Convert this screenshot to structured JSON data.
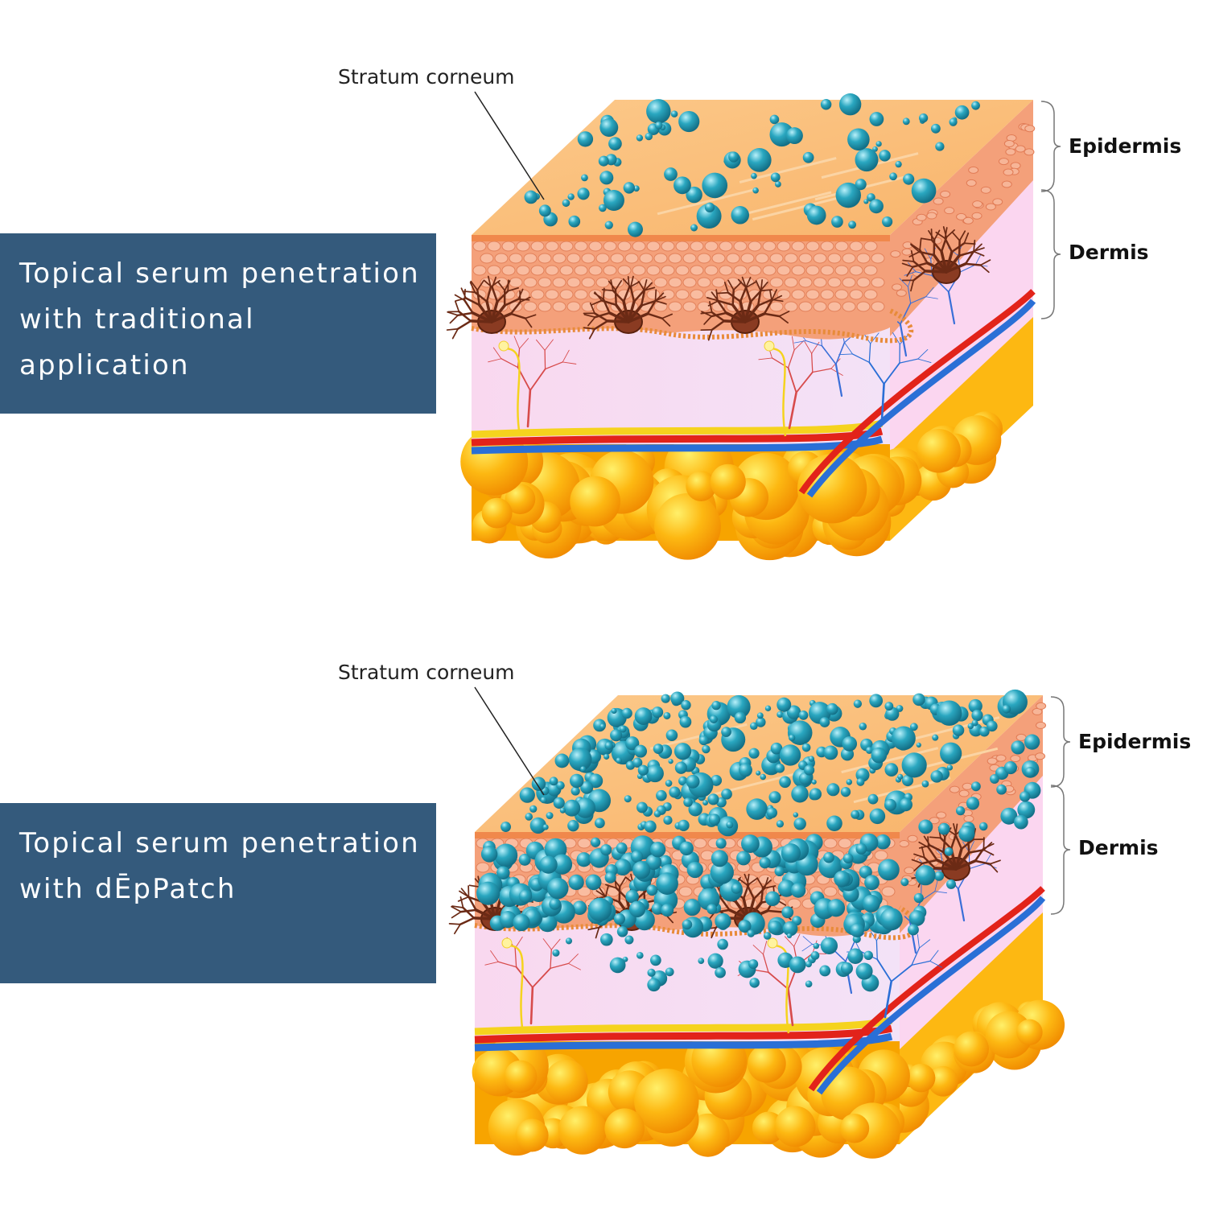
{
  "panels": [
    {
      "caption": "Topical serum penetration\nwith traditional\napplication",
      "labels": {
        "stratum": "Stratum corneum",
        "epidermis": "Epidermis",
        "dermis": "Dermis"
      },
      "serum": "sparse-surface"
    },
    {
      "caption": "Topical serum penetration\nwith dĒpPatch",
      "labels": {
        "stratum": "Stratum corneum",
        "epidermis": "Epidermis",
        "dermis": "Dermis"
      },
      "serum": "dense-deep"
    }
  ],
  "colors": {
    "banner": "#345a7c",
    "skin_top": "#f8b46b",
    "epidermis": "#f4a07a",
    "dermis": "#f9d8ef",
    "fat": "#fdb812",
    "droplet": "#2aa7c0",
    "artery": "#e2231a",
    "vein": "#2a6fd6",
    "nerve": "#f5d31e"
  }
}
